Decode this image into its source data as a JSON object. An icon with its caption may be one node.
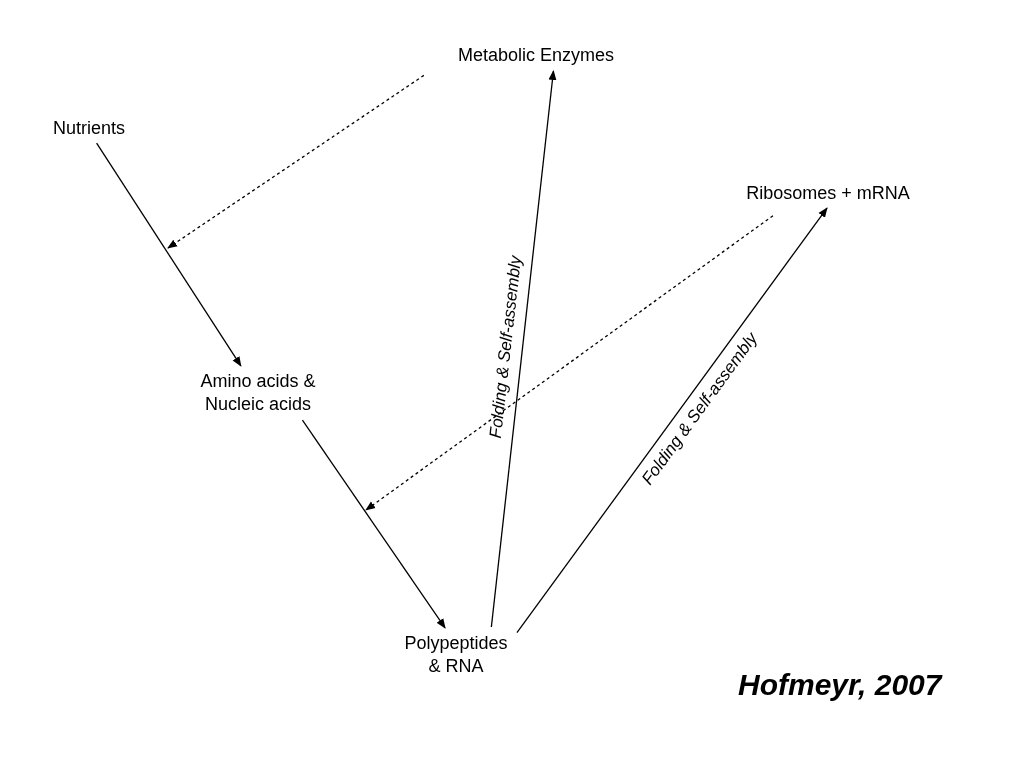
{
  "diagram": {
    "nodes": [
      {
        "text": [
          "Metabolic Enzymes"
        ]
      },
      {
        "text": [
          "Nutrients"
        ]
      },
      {
        "text": [
          "Ribosomes + mRNA"
        ]
      },
      {
        "text": [
          "Amino acids & Nucleic acids"
        ]
      },
      {
        "text": [
          "Polypeptides & RNA"
        ]
      }
    ],
    "edges": [
      {
        "from": 1,
        "to": 3,
        "arrow": "to"
      },
      {
        "from": 3,
        "to": 4,
        "arrow": "to"
      },
      {
        "from": 4,
        "to": 0,
        "arrow": "to",
        "label": "Folding & Self-assembly"
      },
      {
        "from": 4,
        "to": 2,
        "arrow": "to",
        "label": "Folding & Self-assembly"
      },
      {
        "from": 0,
        "to": null,
        "arrow": "to",
        "style": "dashed"
      },
      {
        "from": 2,
        "to": null,
        "arrow": "to",
        "style": "dashed"
      }
    ],
    "labels": [
      "Hofmeyr, 2007"
    ]
  }
}
